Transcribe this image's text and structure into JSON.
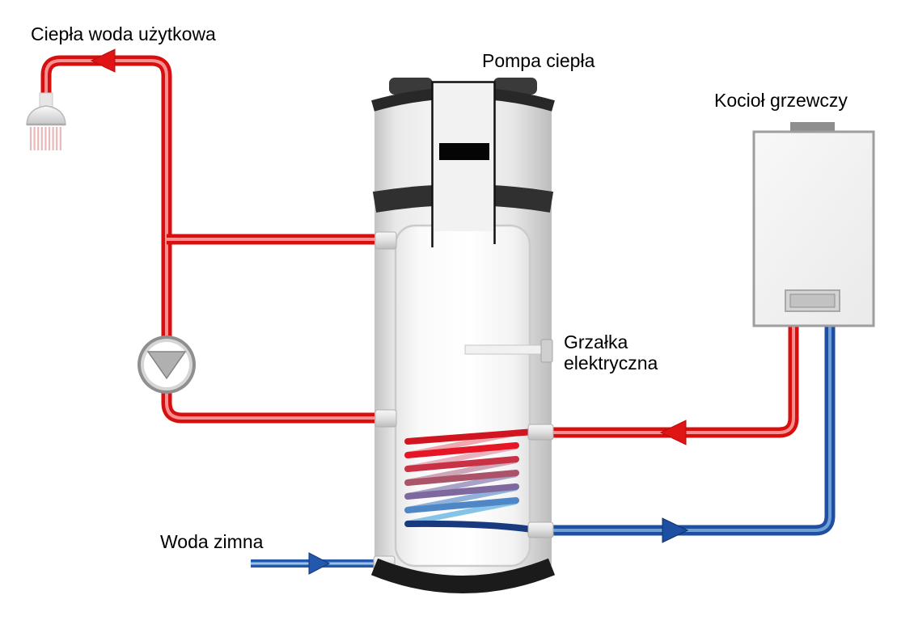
{
  "diagram": {
    "labels": {
      "hot_water": "Ciepła woda użytkowa",
      "heat_pump": "Pompa ciepła",
      "boiler": "Kocioł grzewczy",
      "electric_heater_line1": "Grzałka",
      "electric_heater_line2": "elektryczna",
      "cold_water": "Woda zimna"
    },
    "colors": {
      "hot_pipe": "#d7100f",
      "hot_pipe_highlight": "#f89090",
      "hot_arrow": "#e01414",
      "cold_pipe": "#1d4fa3",
      "cold_pipe_highlight": "#6f9fd6",
      "cold_arrow": "#1d4fa3",
      "cold_inlet_pipe": "#2458ae",
      "cold_inlet_highlight": "#9cc2e8",
      "label_text": "#000000",
      "tank_band": "#303030",
      "pump_gray": "#b0b0b0"
    },
    "coil": {
      "front": [
        "#d11520",
        "#e61627",
        "#c93245",
        "#ab5368",
        "#7f689e",
        "#4f86c6",
        "#1a3a80"
      ],
      "back": [
        "#f0a8b0",
        "#e8b3bf",
        "#cfa5b8",
        "#a9a2c8",
        "#8fb1da",
        "#85c3e8"
      ]
    },
    "icons": {
      "shower": "shower-icon",
      "pump": "circulation-pump-icon",
      "hot_flow": "flow-arrow-left-icon",
      "cold_flow": "flow-arrow-right-icon"
    }
  }
}
